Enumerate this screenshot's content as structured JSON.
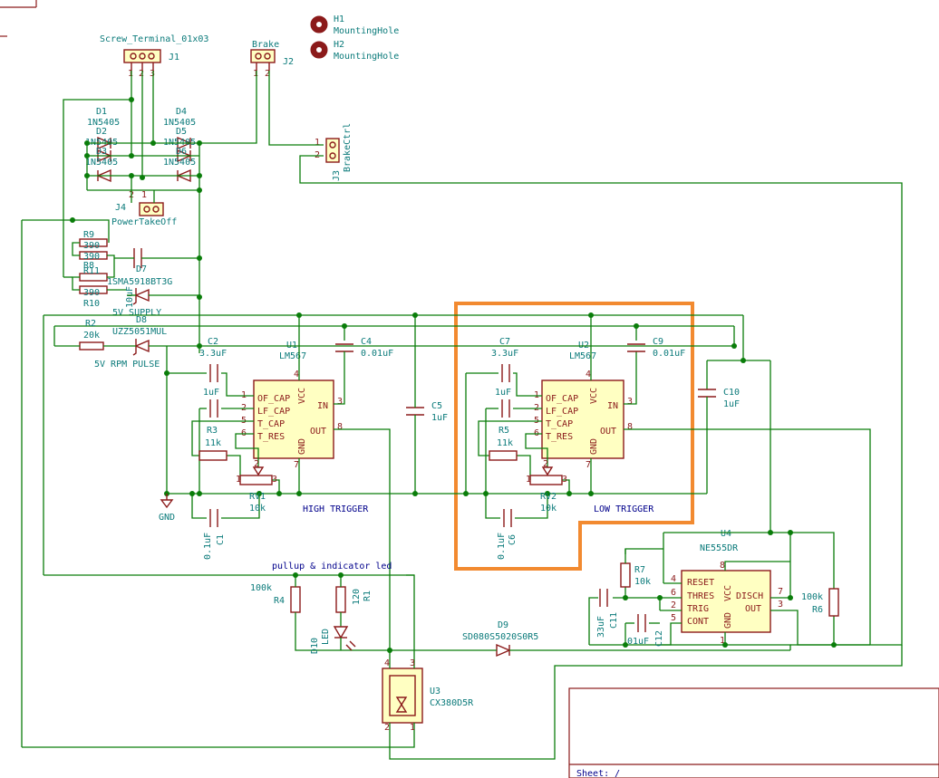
{
  "connectors": {
    "j1": {
      "name": "Screw_Terminal_01x03",
      "ref": "J1",
      "pins": [
        "1",
        "2",
        "3"
      ]
    },
    "j2": {
      "name": "Brake",
      "ref": "J2",
      "pins": [
        "1",
        "2"
      ]
    },
    "j3": {
      "name": "BrakeCtrl",
      "ref": "J3",
      "pins": [
        "1",
        "2"
      ]
    },
    "j4": {
      "name": "PowerTakeOff",
      "ref": "J4",
      "pins": [
        "1",
        "2"
      ]
    }
  },
  "mounting": {
    "h1": {
      "ref": "H1",
      "value": "MountingHole"
    },
    "h2": {
      "ref": "H2",
      "value": "MountingHole"
    }
  },
  "bridge": {
    "d1": {
      "ref": "D1",
      "value": "1N5405"
    },
    "d4": {
      "ref": "D4",
      "value": "1N5405"
    },
    "d2": {
      "ref": "D2",
      "value": "1N5405"
    },
    "d5": {
      "ref": "D5",
      "value": "1N5405"
    },
    "d3": {
      "ref": "D3",
      "value": "1N5405"
    },
    "d6": {
      "ref": "D6",
      "value": "1N5405"
    }
  },
  "resistors": {
    "r9": {
      "ref": "R9",
      "value": "390"
    },
    "r8": {
      "ref": "R8",
      "value": "390"
    },
    "r11": {
      "ref": "R11",
      "value": "390"
    },
    "r10": {
      "ref": "R10",
      "value": "390"
    },
    "r2": {
      "ref": "R2",
      "value": "20k"
    },
    "r3": {
      "ref": "R3",
      "value": "11k"
    },
    "r5": {
      "ref": "R5",
      "value": "11k"
    },
    "r4": {
      "ref": "R4",
      "value": "100k"
    },
    "r1": {
      "ref": "R1",
      "value": "120"
    },
    "r7": {
      "ref": "R7",
      "value": "10k"
    },
    "r6": {
      "ref": "R6",
      "value": "100k"
    }
  },
  "zeners": {
    "d7": {
      "ref": "D7",
      "value": "1SMA5918BT3G"
    },
    "d8": {
      "ref": "D8",
      "value": "UZZ5051MUL"
    },
    "c3_value": "10uF"
  },
  "caps": {
    "c2": {
      "ref": "C2",
      "value": "3.3uF"
    },
    "c1": {
      "ref": "C1",
      "value": "0.1uF"
    },
    "c4": {
      "ref": "C4",
      "value": "0.01uF"
    },
    "c5": {
      "ref": "C5",
      "value": "1uF"
    },
    "c7": {
      "ref": "C7",
      "value": "3.3uF"
    },
    "c6": {
      "ref": "C6",
      "value": "0.1uF"
    },
    "c9": {
      "ref": "C9",
      "value": "0.01uF"
    },
    "c10": {
      "ref": "C10",
      "value": "1uF"
    },
    "c11": {
      "ref": "C11",
      "value": "33uF"
    },
    "c12": {
      "ref": "C12",
      "value": "01uF"
    },
    "c_small1": "1uF",
    "c_small2": "1uF"
  },
  "pots": {
    "rv1": {
      "ref": "RV1",
      "value": "10k"
    },
    "rv2": {
      "ref": "RV2",
      "value": "10k"
    }
  },
  "u1": {
    "ref": "U1",
    "value": "LM567",
    "pins_left": [
      "OF_CAP",
      "LF_CAP",
      "T_CAP",
      "T_RES"
    ],
    "pin_nums_left": [
      "1",
      "2",
      "5",
      "6"
    ],
    "vcc": "VCC",
    "gnd": "GND",
    "in": "IN",
    "out": "OUT",
    "num_vcc": "4",
    "num_gnd": "7",
    "num_in": "3",
    "num_out": "8",
    "caption": "HIGH TRIGGER"
  },
  "u2": {
    "ref": "U2",
    "value": "LM567",
    "pins_left": [
      "OF_CAP",
      "LF_CAP",
      "T_CAP",
      "T_RES"
    ],
    "pin_nums_left": [
      "1",
      "2",
      "5",
      "6"
    ],
    "vcc": "VCC",
    "gnd": "GND",
    "in": "IN",
    "out": "OUT",
    "num_vcc": "4",
    "num_gnd": "7",
    "num_in": "3",
    "num_out": "8",
    "caption": "LOW TRIGGER"
  },
  "u4": {
    "ref": "U4",
    "value": "NE555DR",
    "pins_left": [
      "RESET",
      "THRES",
      "TRIG",
      "CONT"
    ],
    "pin_nums_left": [
      "4",
      "6",
      "2",
      "5"
    ],
    "vcc": "VCC",
    "gnd": "GND",
    "disch": "DISCH",
    "out": "OUT",
    "num_vcc": "8",
    "num_gnd": "1",
    "num_disch": "7",
    "num_out": "3"
  },
  "u3": {
    "ref": "U3",
    "value": "CX380D5R",
    "pins": [
      "4",
      "3",
      "2",
      "1"
    ]
  },
  "d10": {
    "ref": "D10",
    "value": "LED"
  },
  "d9": {
    "ref": "D9",
    "value": "SD080S5020S0R5"
  },
  "labels": {
    "supply": "5V SUPPLY",
    "rpm": "5V RPM PULSE",
    "gnd": "GND",
    "pullup": "pullup & indicator led",
    "sheet": "Sheet: /"
  }
}
